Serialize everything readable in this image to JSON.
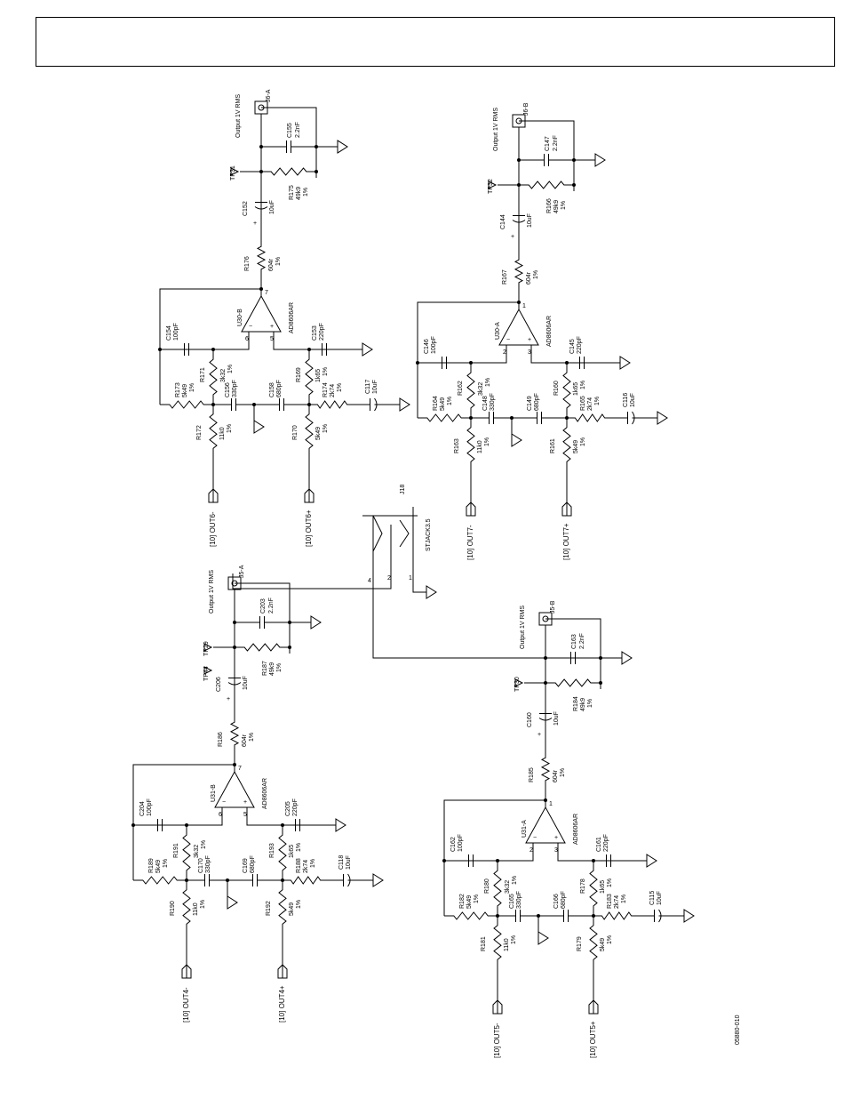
{
  "figure_id": "05880-010",
  "jack": {
    "ref": "J18",
    "part": "STJACK3.5",
    "pins": [
      "4",
      "2",
      "1"
    ]
  },
  "stages": [
    {
      "ref_out": "J6-A",
      "rms": "Output 1V RMS",
      "tp": "TP31",
      "opamp": "U30-B",
      "opamp_part": "AD8606AR",
      "pin_out": "7",
      "pin_inv": "6",
      "pin_non": "5",
      "in_neg": "[10] OUT6-",
      "in_pos": "[10] OUT6+",
      "r_out": [
        "R176",
        "604r",
        "1%"
      ],
      "r_load": [
        "R175",
        "49k9",
        "1%"
      ],
      "c_out": [
        "C152",
        "10uF"
      ],
      "c_load": [
        "C155",
        "2.2nF"
      ],
      "r_fb": [
        "R173",
        "5k49",
        "1%"
      ],
      "r_ser": [
        "R171",
        "3k32",
        "1%"
      ],
      "r_in_neg": [
        "R172",
        "11k0",
        "1%"
      ],
      "r_in_pos": [
        "R170",
        "5k49",
        "1%"
      ],
      "r_pos1": [
        "R169",
        "1k65",
        "1%"
      ],
      "r_pos2": [
        "R174",
        "2k74",
        "1%"
      ],
      "c_fb": [
        "C154",
        "100pF"
      ],
      "c_mid1": [
        "C156",
        "330pF"
      ],
      "c_mid2": [
        "C158",
        "680pF"
      ],
      "c_non": [
        "C153",
        "220pF"
      ],
      "c_in": [
        "C117",
        "10uF"
      ]
    },
    {
      "ref_out": "J6-B",
      "rms": "Output 1V RMS",
      "tp": "TP32",
      "opamp": "U30-A",
      "opamp_part": "AD8606AR",
      "pin_out": "1",
      "pin_inv": "2",
      "pin_non": "3",
      "in_neg": "[10] OUT7-",
      "in_pos": "[10] OUT7+",
      "r_out": [
        "R167",
        "604r",
        "1%"
      ],
      "r_load": [
        "R166",
        "49k9",
        "1%"
      ],
      "c_out": [
        "C144",
        "10uF"
      ],
      "c_load": [
        "C147",
        "2.2nF"
      ],
      "r_fb": [
        "R164",
        "5k49",
        "1%"
      ],
      "r_ser": [
        "R162",
        "3k32",
        "1%"
      ],
      "r_in_neg": [
        "R163",
        "11k0",
        "1%"
      ],
      "r_in_pos": [
        "R161",
        "5k49",
        "1%"
      ],
      "r_pos1": [
        "R160",
        "1k65",
        "1%"
      ],
      "r_pos2": [
        "R165",
        "2k74",
        "1%"
      ],
      "c_fb": [
        "C146",
        "100pF"
      ],
      "c_mid1": [
        "C148",
        "330pF"
      ],
      "c_mid2": [
        "C149",
        "680pF"
      ],
      "c_non": [
        "C145",
        "220pF"
      ],
      "c_in": [
        "C116",
        "10uF"
      ]
    },
    {
      "ref_out": "J5-A",
      "rms": "Output 1V RMS",
      "tp": "TP29",
      "tp2": "TP44",
      "opamp": "U31-B",
      "opamp_part": "AD8606AR",
      "pin_out": "7",
      "pin_inv": "6",
      "pin_non": "5",
      "in_neg": "[10] OUT4-",
      "in_pos": "[10] OUT4+",
      "r_out": [
        "R186",
        "604r",
        "1%"
      ],
      "r_load": [
        "R187",
        "49k9",
        "1%"
      ],
      "c_out": [
        "C206",
        "10uF"
      ],
      "c_load": [
        "C203",
        "2.2nF"
      ],
      "r_fb": [
        "R189",
        "5k49",
        "1%"
      ],
      "r_ser": [
        "R191",
        "3k32",
        "1%"
      ],
      "r_in_neg": [
        "R190",
        "11k0",
        "1%"
      ],
      "r_in_pos": [
        "R192",
        "5k49",
        "1%"
      ],
      "r_pos1": [
        "R193",
        "1k65",
        "1%"
      ],
      "r_pos2": [
        "R188",
        "2k74",
        "1%"
      ],
      "c_fb": [
        "C204",
        "100pF"
      ],
      "c_mid1": [
        "C170",
        "330pF"
      ],
      "c_mid2": [
        "C169",
        "680pF"
      ],
      "c_non": [
        "C205",
        "220pF"
      ],
      "c_in": [
        "C118",
        "10uF"
      ]
    },
    {
      "ref_out": "J5-B",
      "rms": "Output 1V RMS",
      "tp": "TP30",
      "opamp": "U31-A",
      "opamp_part": "AD8606AR",
      "pin_out": "1",
      "pin_inv": "2",
      "pin_non": "3",
      "in_neg": "[10] OUT5-",
      "in_pos": "[10] OUT5+",
      "r_out": [
        "R185",
        "604r",
        "1%"
      ],
      "r_load": [
        "R184",
        "49k9",
        "1%"
      ],
      "c_out": [
        "C160",
        "10uF"
      ],
      "c_load": [
        "C163",
        "2.2nF"
      ],
      "r_fb": [
        "R182",
        "5k49",
        "1%"
      ],
      "r_ser": [
        "R180",
        "3k32",
        "1%"
      ],
      "r_in_neg": [
        "R181",
        "11k0",
        "1%"
      ],
      "r_in_pos": [
        "R179",
        "5k49",
        "1%"
      ],
      "r_pos1": [
        "R178",
        "1k65",
        "1%"
      ],
      "r_pos2": [
        "R183",
        "2k74",
        "1%"
      ],
      "c_fb": [
        "C162",
        "100pF"
      ],
      "c_mid1": [
        "C165",
        "330pF"
      ],
      "c_mid2": [
        "C166",
        "680pF"
      ],
      "c_non": [
        "C161",
        "220pF"
      ],
      "c_in": [
        "C115",
        "10uF"
      ]
    }
  ]
}
